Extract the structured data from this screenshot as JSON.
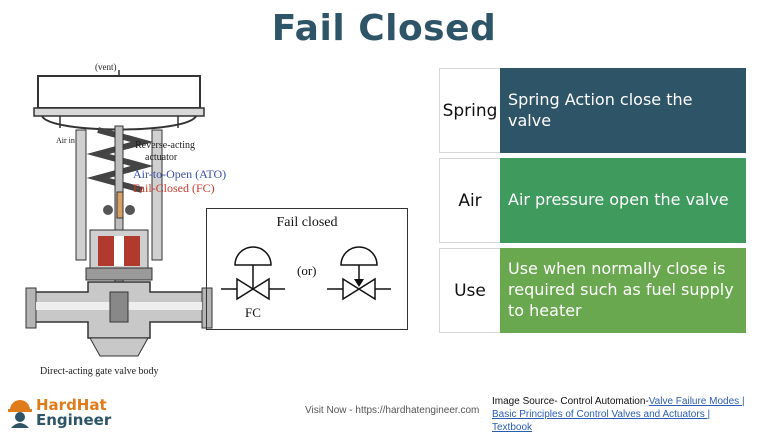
{
  "title": "Fail Closed",
  "valve_diagram": {
    "vent_label": "(vent)",
    "air_in_label": "Air in",
    "actuator_label_line1": "Reverse-acting",
    "actuator_label_line2": "actuator",
    "ato_label": "Air-to-Open (ATO)",
    "fc_label": "Fail-Closed (FC)",
    "body_label": "Direct-acting gate valve body",
    "colors": {
      "ato": "#3a4fa8",
      "fc": "#cc3a2a"
    }
  },
  "symbol_box": {
    "title": "Fail closed",
    "or_label": "(or)",
    "fc_tag": "FC"
  },
  "rows": [
    {
      "key": "Spring",
      "value": "Spring Action close the valve",
      "color": "#2e5468"
    },
    {
      "key": "Air",
      "value": "Air pressure open the valve",
      "color": "#3f9a5e"
    },
    {
      "key": "Use",
      "value": "Use when normally close is required such as fuel supply to heater",
      "color": "#6aa84f"
    }
  ],
  "footer": {
    "logo_line1": "HardHat",
    "logo_line2": "Engineer",
    "visit": "Visit Now - https://hardhatengineer.com",
    "source_prefix": "Image Source- Control Automation-",
    "source_link": "Valve Failure Modes | Basic Principles of Control Valves and Actuators | Textbook"
  }
}
